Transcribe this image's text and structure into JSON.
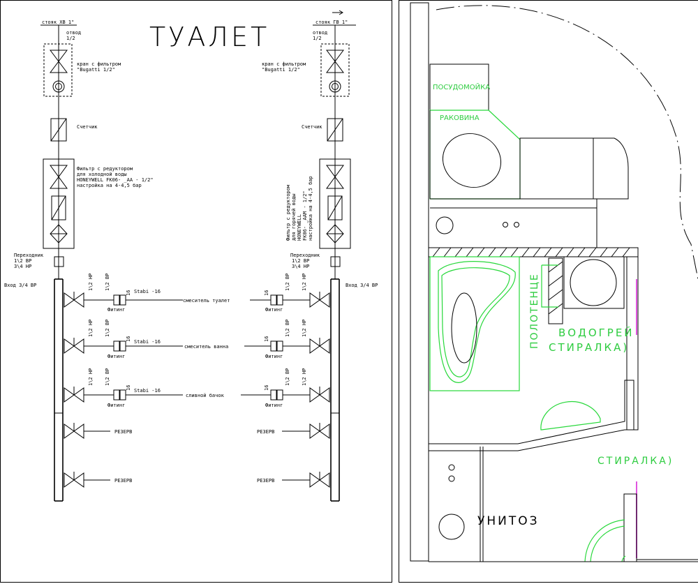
{
  "scheme": {
    "title": "ТУАЛЕТ",
    "left": {
      "riser": "стояк ХВ 1\"",
      "branch1": "отвод",
      "branch2": "1/2",
      "valve1": "кран с фильтром",
      "valve2": "\"Bugatti 1/2\"",
      "meter": "Счетчик",
      "filter1": "Фильтр с редуктором",
      "filter2": "для холодной воды",
      "filter3": "HONEYWELL FK06- _AA - 1/2\"",
      "filter4": "настройка на 4-4,5 бар",
      "adapter1": "Переходник",
      "adapter2": "1\\2 ВР",
      "adapter3": "3\\4 НР",
      "inlet": "Вход 3/4 ВР"
    },
    "right": {
      "riser": "стояк ГВ 1\"",
      "branch1": "отвод",
      "branch2": "1/2",
      "valve1": "кран с фильтром",
      "valve2": "\"Bugatti 1/2\"",
      "meter": "Счетчик",
      "filter1": "Фильтр с редуктором",
      "filter2": "для горячей воды",
      "filter3": "HONEYWELL",
      "filter4": "FK06- _AAM - 1/2\"",
      "filter5": "настройка на 4-4,5 бар",
      "adapter1": "Переходник",
      "adapter2": "1\\2 ВР",
      "adapter3": "3\\4 НР",
      "inlet": "Вход 3/4 ВР"
    },
    "thread_hp": "1\\2 НР",
    "thread_bp": "1\\2 ВР",
    "fitting_size": "16",
    "stabi": "Stabi -16",
    "fitting": "Фитинг",
    "consumers": [
      "смеситель туалет",
      "смеситель ванна",
      "сливной бачок"
    ],
    "reserve": "РЕЗЕРВ"
  },
  "plan": {
    "dishwasher": "ПОСУДОМОЙКА",
    "sink": "РАКОВИНА",
    "towel": "ПОЛОТЕНЦЕ",
    "heater": "ВОДОГРЕЙ",
    "washer1": "СТИРАЛКА)",
    "washer2": "СТИРАЛКА)",
    "toilet": "УНИТОЗ"
  },
  "colors": {
    "lines": "#000000",
    "labels": "#2ecc40",
    "accent": "#e055e0"
  }
}
